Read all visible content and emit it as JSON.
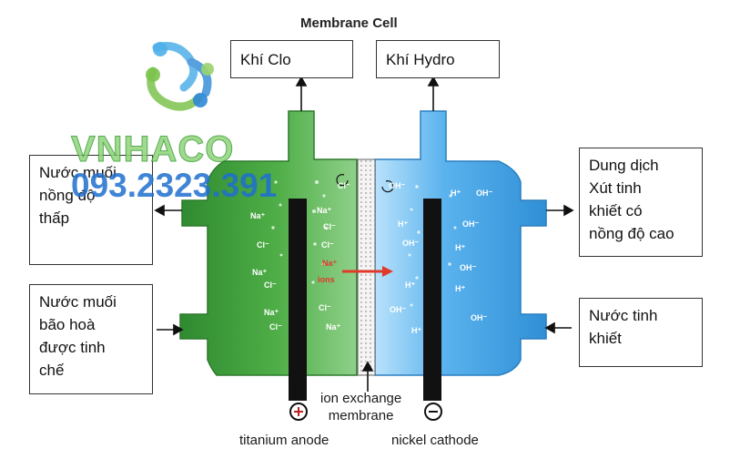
{
  "title": "Membrane Cell",
  "boxes": {
    "chlorine_gas": "Khí Clo",
    "hydrogen_gas": "Khí Hydro",
    "low_brine_l1": "Nước muối",
    "low_brine_l2": "nồng độ",
    "low_brine_l3": "thấp",
    "caustic_l1": "Dung dịch",
    "caustic_l2": "Xút tinh",
    "caustic_l3": "khiết có",
    "caustic_l4": "nồng độ cao",
    "sat_brine_l1": "Nước muối",
    "sat_brine_l2": "bão hoà",
    "sat_brine_l3": "được tinh",
    "sat_brine_l4": "chế",
    "pure_water_l1": "Nước tinh",
    "pure_water_l2": "khiết"
  },
  "labels": {
    "anode": "titanium anode",
    "cathode": "nickel cathode",
    "membrane_l1": "ion exchange",
    "membrane_l2": "membrane",
    "plus": "+",
    "minus": "−"
  },
  "ions": {
    "na": "Na⁺",
    "cl": "Cl⁻",
    "oh": "OH⁻",
    "h": "H⁺",
    "na_ions_l1": "Na⁺",
    "na_ions_l2": "ions"
  },
  "watermark": {
    "brand": "VNHACO",
    "phone": "093.2323.391"
  },
  "colors": {
    "anode_fluid": "#3f9e3c",
    "cathode_fluid": "#3d9fe0",
    "electrode": "#111111",
    "arrow_red": "#e03a2a",
    "brand_blue": "#1f6fd0",
    "brand_green": "#6ac04a"
  }
}
